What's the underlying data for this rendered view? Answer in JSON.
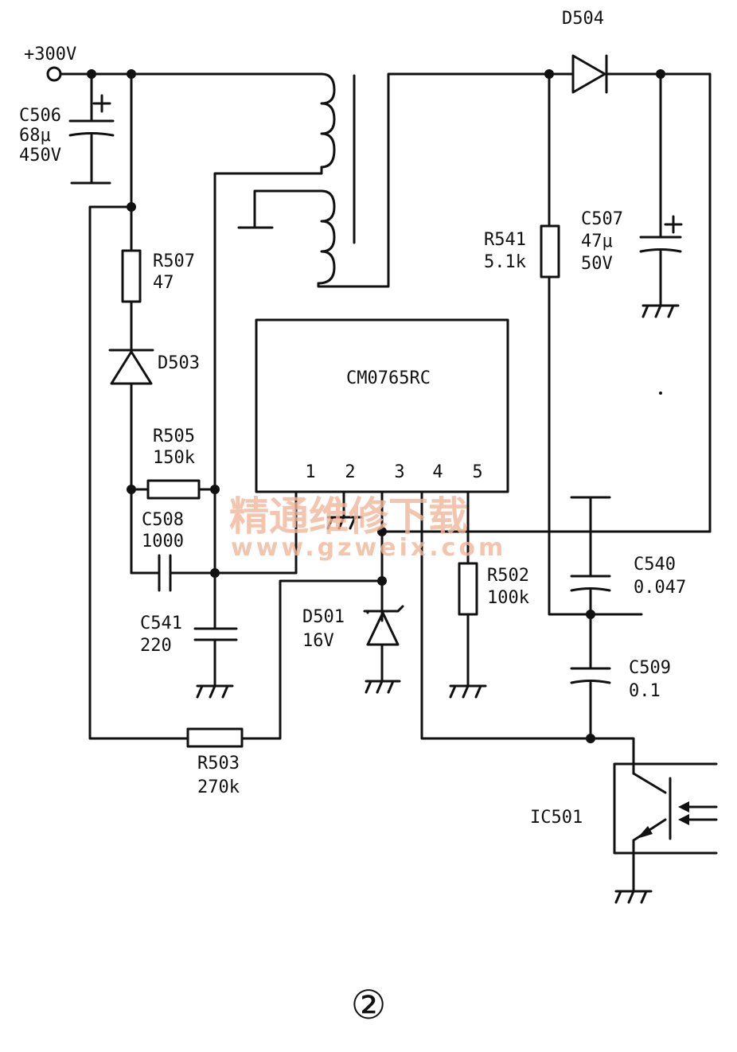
{
  "supply": {
    "label": "+300V"
  },
  "ic": {
    "name": "CM0765RC",
    "pins": [
      "1",
      "2",
      "3",
      "4",
      "5"
    ]
  },
  "components": {
    "c506": {
      "ref": "C506",
      "value1": "68μ",
      "value2": "450V"
    },
    "r507": {
      "ref": "R507",
      "value": "47"
    },
    "d503": {
      "ref": "D503"
    },
    "r505": {
      "ref": "R505",
      "value": "150k"
    },
    "c508": {
      "ref": "C508",
      "value": "1000"
    },
    "c541": {
      "ref": "C541",
      "value": "220"
    },
    "r503": {
      "ref": "R503",
      "value": "270k"
    },
    "d501": {
      "ref": "D501",
      "value": "16V"
    },
    "r502": {
      "ref": "R502",
      "value": "100k"
    },
    "d504": {
      "ref": "D504"
    },
    "r541": {
      "ref": "R541",
      "value": "5.1k"
    },
    "c507": {
      "ref": "C507",
      "value1": "47μ",
      "value2": "50V"
    },
    "c540": {
      "ref": "C540",
      "value": "0.047"
    },
    "c509": {
      "ref": "C509",
      "value": "0.1"
    },
    "ic501": {
      "ref": "IC501"
    }
  },
  "watermark": {
    "line1": "精通维修下载",
    "line2": "www.gzweix.com"
  },
  "figure": {
    "number": "②"
  }
}
